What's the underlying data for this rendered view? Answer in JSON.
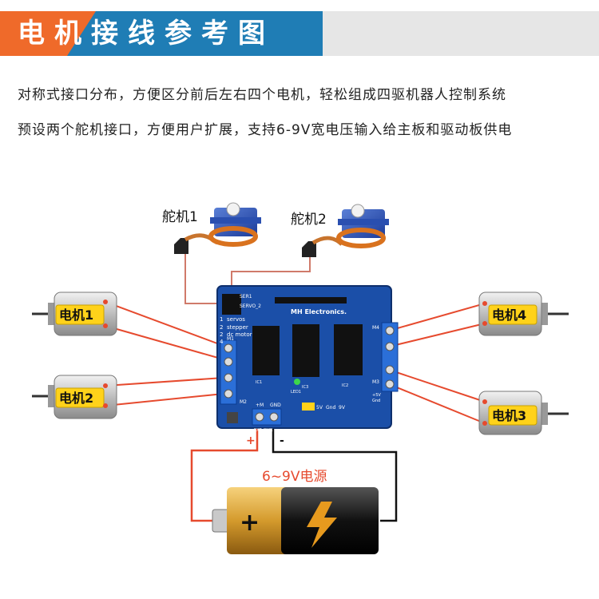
{
  "title": "电机接线参考图",
  "description": [
    "对称式接口分布，方便区分前后左右四个电机，轻松组成四驱机器人控制系统",
    "预设两个舵机接口，方便用户扩展，支持6-9V宽电压输入给主板和驱动板供电"
  ],
  "servos": [
    {
      "label": "舵机1"
    },
    {
      "label": "舵机2"
    }
  ],
  "motors": [
    {
      "label": "电机1"
    },
    {
      "label": "电机2"
    },
    {
      "label": "电机3"
    },
    {
      "label": "电机4"
    }
  ],
  "board": {
    "brand": "MH Electronics.",
    "pins": [
      "SER1",
      "SERVO_2",
      "servos",
      "stepper",
      "dc motor",
      "M1",
      "M2",
      "M3",
      "M4",
      "+M",
      "GND",
      "EXT_PWR",
      "5V",
      "Gnd",
      "9V",
      "IC1",
      "IC2",
      "IC3",
      "LED1",
      "+5V",
      "Gnd"
    ],
    "numbers": [
      "1",
      "2",
      "2",
      "4"
    ]
  },
  "power": {
    "label": "6~9V电源",
    "plus": "+",
    "minus": "-",
    "battery_plus": "+"
  },
  "colors": {
    "banner_blue": "#1f7db5",
    "banner_orange": "#ef6a2a",
    "wire_red": "#e64a2e",
    "wire_black": "#111111",
    "servo_wire": "#d07a6a",
    "label_yellow": "#ffd21a",
    "pcb_blue": "#1b4fa8",
    "battery_gold": "#d9a43a"
  }
}
